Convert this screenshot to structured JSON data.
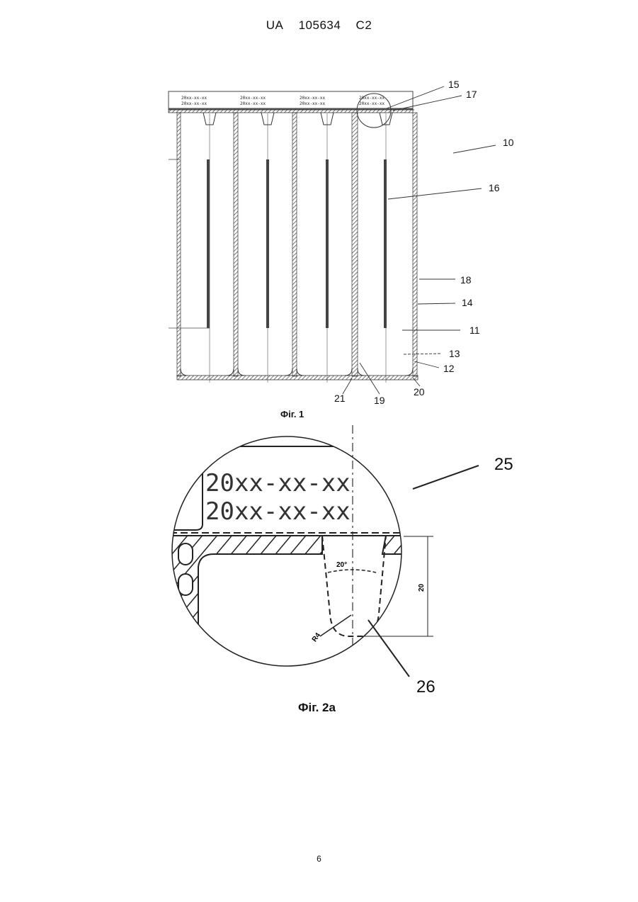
{
  "header": {
    "country": "UA",
    "number": "105634",
    "kind": "C2"
  },
  "figure1": {
    "caption": "Фіг. 1",
    "stamp_text": "20xx-xx-xx",
    "refs": [
      "15",
      "17",
      "10",
      "16",
      "18",
      "14",
      "11",
      "13",
      "12",
      "20",
      "19",
      "21"
    ]
  },
  "figure2a": {
    "caption": "Фіг. 2а",
    "stamp_text": "20xx-xx-xx",
    "angle_label": "20°",
    "radius_label": "R4",
    "dimension_label": "20",
    "refs": [
      "25",
      "26"
    ]
  },
  "footer": {
    "page_number": "6"
  }
}
